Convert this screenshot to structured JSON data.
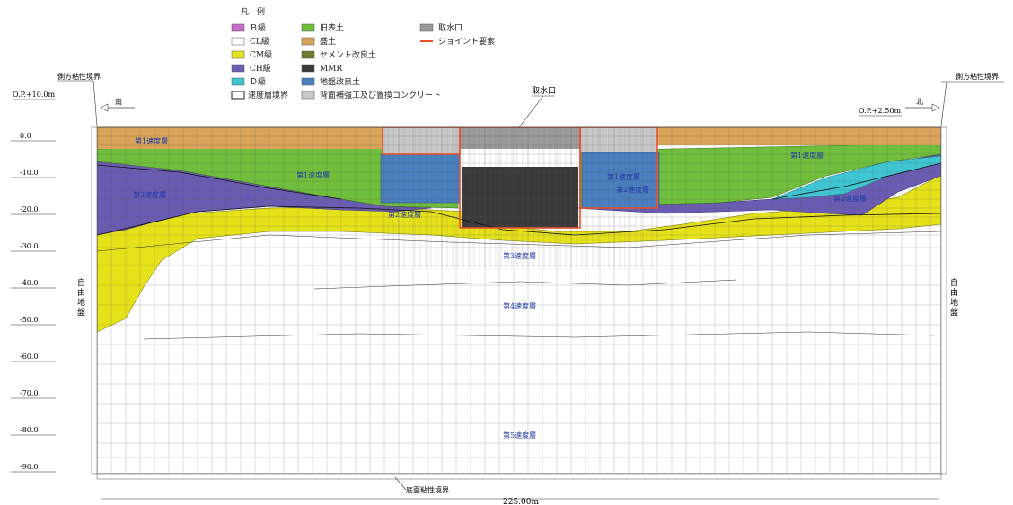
{
  "legend": {
    "title": "凡　例",
    "items": [
      {
        "label": "Ｂ級",
        "color": "#c86dc8"
      },
      {
        "label": "CL級",
        "color": "#ffffff"
      },
      {
        "label": "CM級",
        "color": "#e6e21a"
      },
      {
        "label": "CH級",
        "color": "#6a5cb2"
      },
      {
        "label": "Ｄ級",
        "color": "#3fc6d2"
      },
      {
        "label": "速度層境界",
        "color": "#ffffff"
      },
      {
        "label": "旧表土",
        "color": "#6fbe3c"
      },
      {
        "label": "盛土",
        "color": "#d9a45a"
      },
      {
        "label": "セメント改良土",
        "color": "#6f7a2a"
      },
      {
        "label": "MMR",
        "color": "#3a3a3a"
      },
      {
        "label": "地盤改良土",
        "color": "#4a7fc0"
      },
      {
        "label": "背面補強工及び置換コンクリート",
        "color": "#c9c9c9"
      },
      {
        "label": "取水口",
        "color": "#9b9b9b"
      },
      {
        "label": "ジョイント要素",
        "color": "#e8502a"
      }
    ]
  },
  "annotations": {
    "left_boundary": "側方粘性境界",
    "right_boundary": "側方粘性境界",
    "left_op": "O.P.+10.0m",
    "right_op": "O.P.+2.50m",
    "south": "南",
    "north": "北",
    "intake_top": "取水口",
    "bottom_boundary": "底面粘性境界",
    "width": "225.00m",
    "free_field_left": "自由地盤",
    "free_field_right": "自由地盤"
  },
  "elevations": [
    "0.0",
    "-10.0",
    "-20.0",
    "-30.0",
    "-40.0",
    "-50.0",
    "-60.0",
    "-70.0",
    "-80.0",
    "-90.0"
  ],
  "layer_labels": [
    "第1速度層",
    "第2速度層",
    "第1速度層",
    "第2速度層",
    "第1速度層",
    "第2速度層",
    "第1速度層",
    "第2速度層",
    "第3速度層",
    "第4速度層",
    "第5速度層"
  ],
  "colors": {
    "fill_soil": "#d9a45a",
    "old_topsoil": "#6fbe3c",
    "ch_class": "#6a5cb2",
    "cm_class": "#e6e21a",
    "d_class": "#3fc6d2",
    "mmr": "#3a3a3a",
    "ground_improvement": "#4a7fc0",
    "concrete": "#c9c9c9",
    "joint": "#e8502a",
    "layer_label": "#1f3aa8"
  }
}
